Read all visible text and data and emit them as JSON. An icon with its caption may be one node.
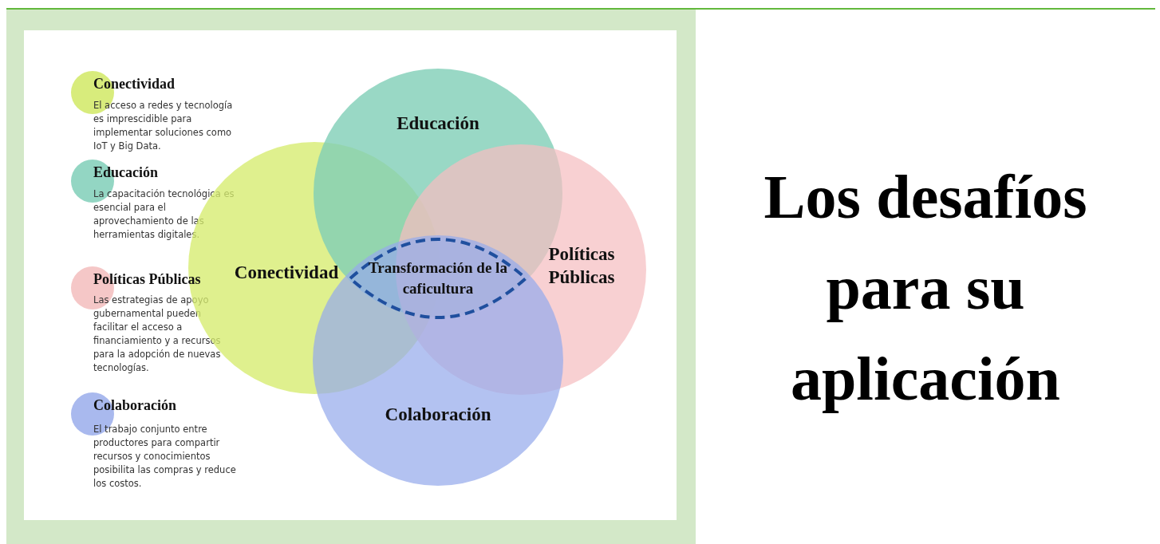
{
  "diagram": {
    "title": "Los desafíos para su aplicación",
    "nodes": [
      {
        "text": [
          "Educación"
        ]
      },
      {
        "text": [
          "Conectividad"
        ]
      },
      {
        "text": [
          "Transformación de la caficultura"
        ]
      },
      {
        "text": [
          "Políticas Públicas"
        ]
      },
      {
        "text": [
          "Colaboración"
        ]
      }
    ],
    "labels": [
      "El acceso a redes y tecnología es imprescidible para implementar soluciones como IoT y Big Data.",
      "La capacitación tecnológica es esencial para el aprovechamiento de las herramientas digitales.",
      "Las estrategias de apoyo gubernamental pueden facilitar el acceso a financiamiento y a recursos para la adopción de nuevas tecnologías.",
      "El trabajo conjunto entre productores para compartir recursos y conocimientos posibilita las compras y reduce los costos."
    ],
    "legend": [
      {
        "text": "Conectividad",
        "color": "#d8ec7c"
      },
      {
        "text": "Educación",
        "color": "#93d6c3"
      },
      {
        "text": "Políticas Públicas",
        "color": "#f5c7c7"
      },
      {
        "text": "Colaboración",
        "color": "#a9b9ee"
      }
    ]
  }
}
